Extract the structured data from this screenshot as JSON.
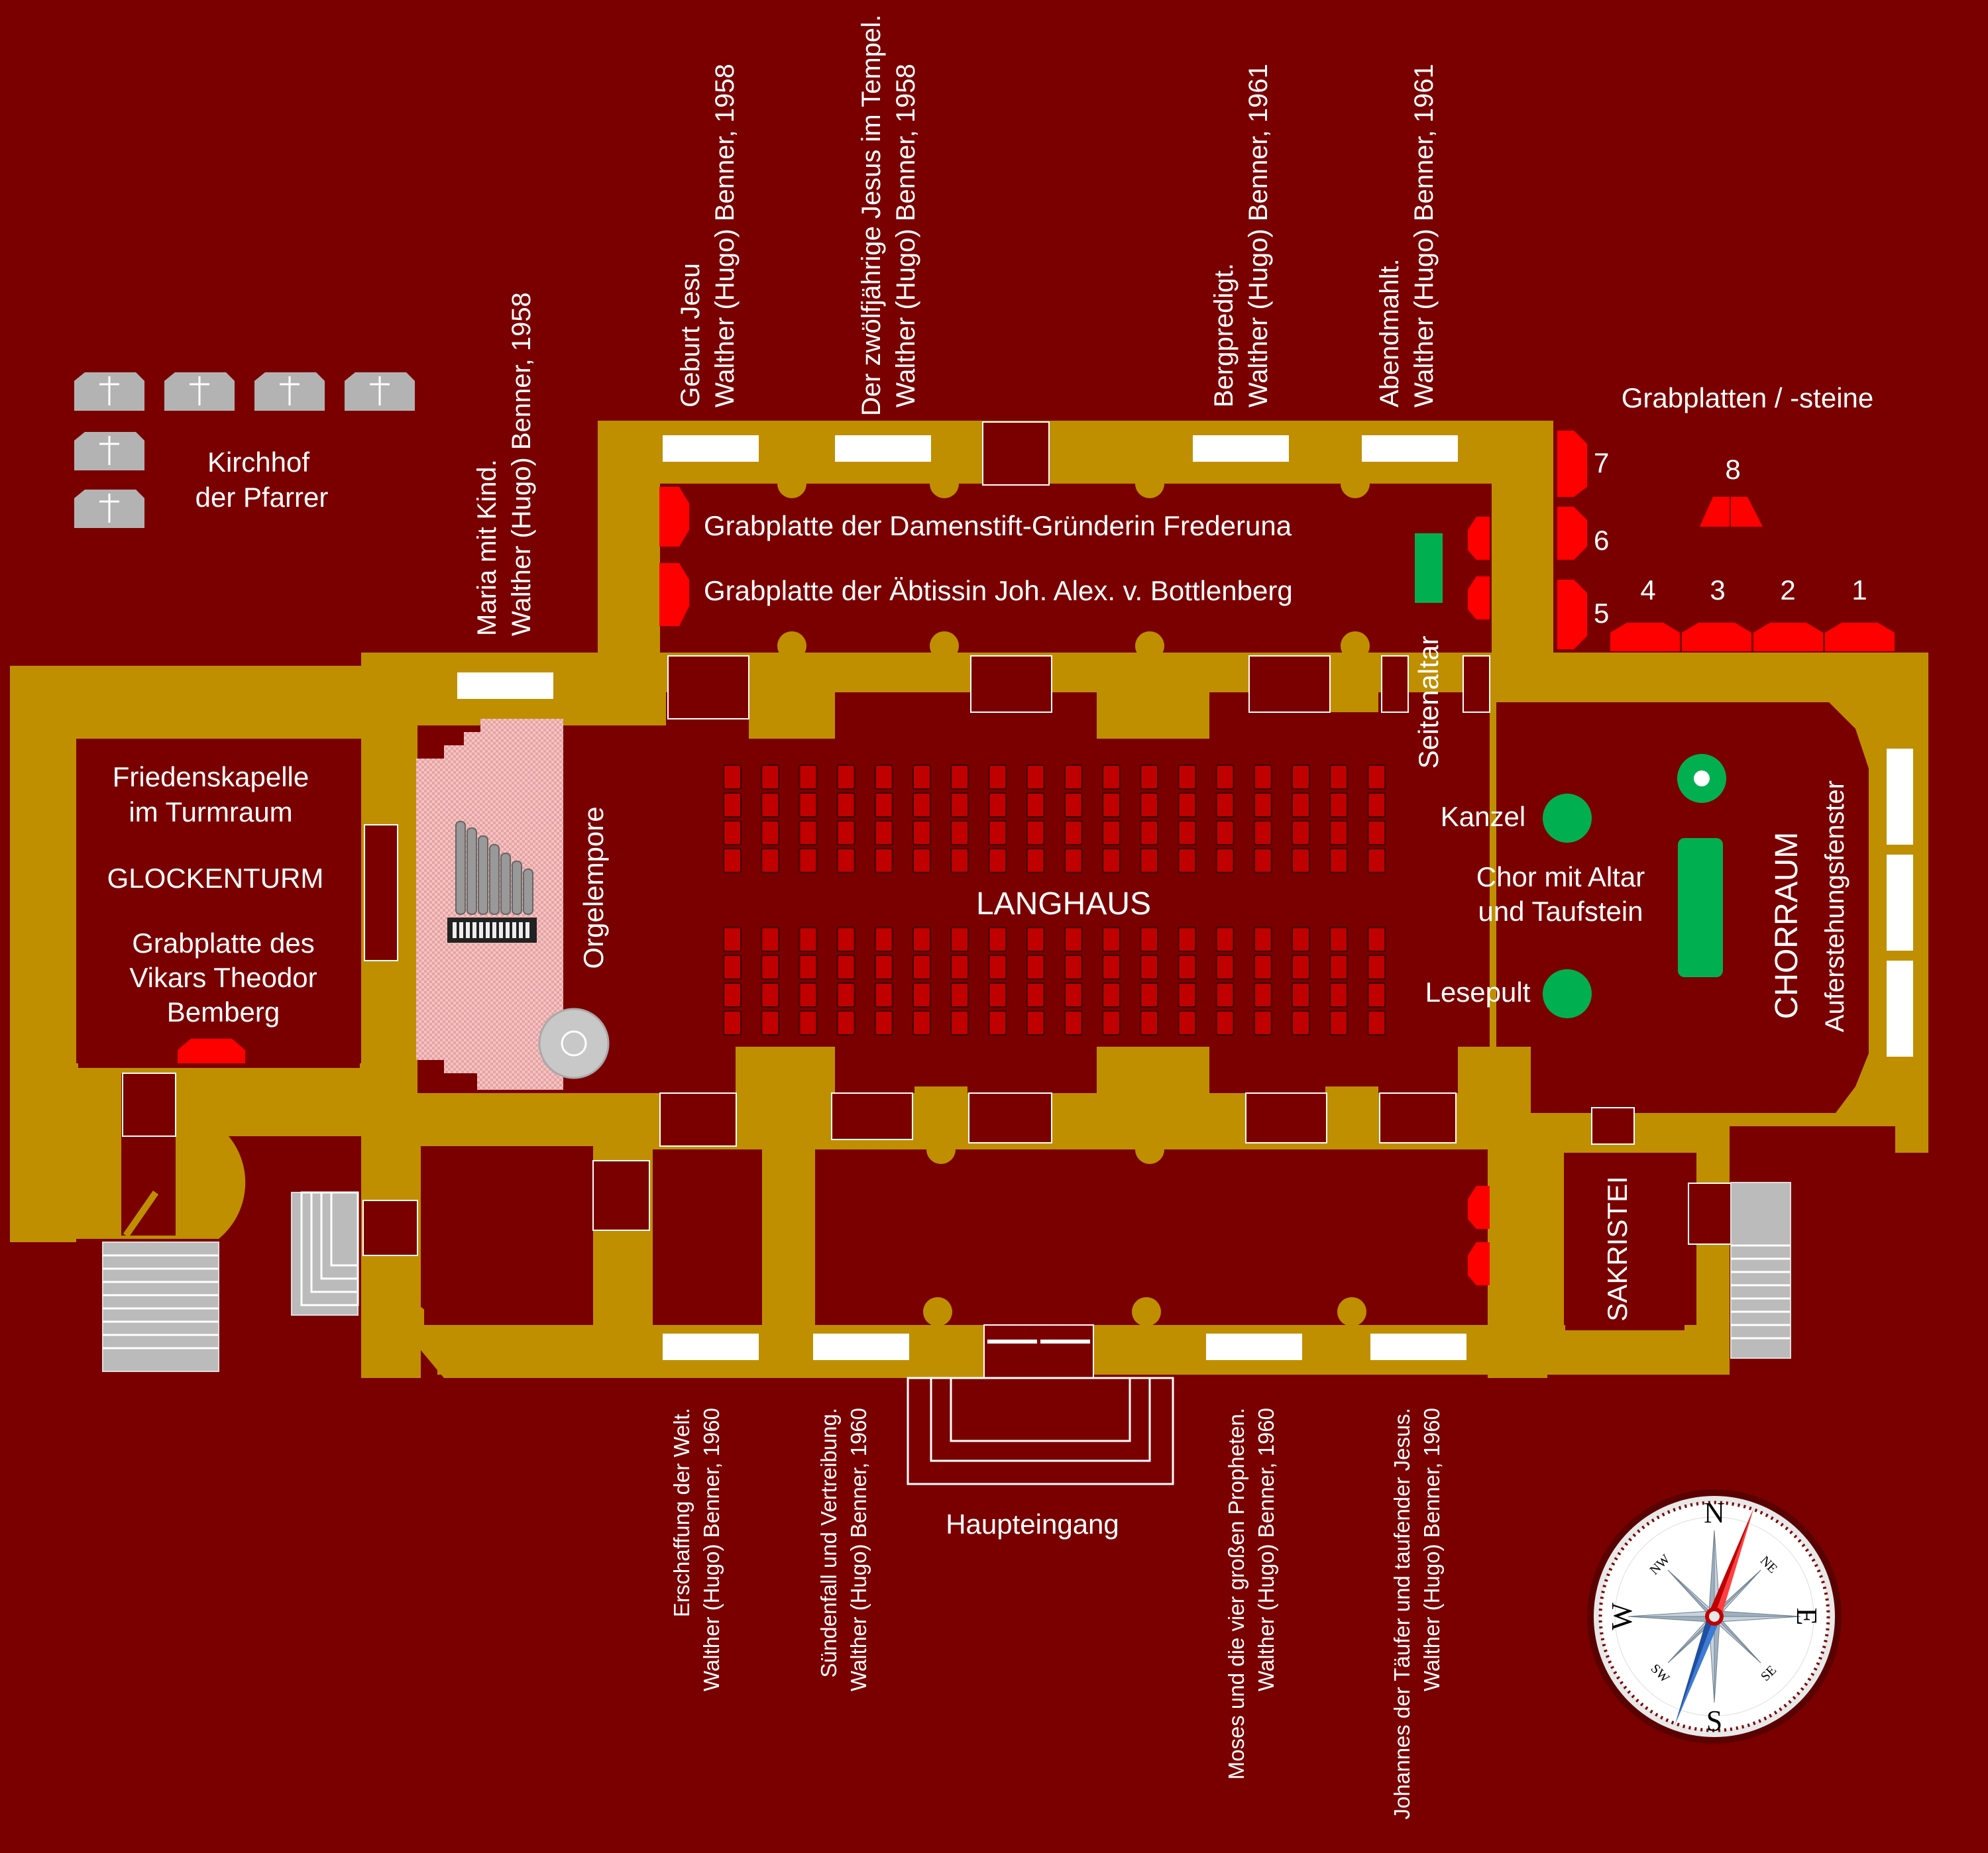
{
  "labels": {
    "kirchhof": [
      "Kirchhof",
      "der Pfarrer"
    ],
    "friedenskapelle": [
      "Friedenskapelle",
      "im Turmraum"
    ],
    "glockenturm": "GLOCKENTURM",
    "vikar": [
      "Grabplatte des",
      "Vikars Theodor",
      "Bemberg"
    ],
    "orgelempore": "Orgelempore",
    "langhaus": "LANGHAUS",
    "seitenaltar": "Seitenaltar",
    "kanzel": "Kanzel",
    "chor": [
      "Chor mit Altar",
      "und Taufstein"
    ],
    "lesepult": "Lesepult",
    "chorraum": "CHORRAUM",
    "auferstehungsfenster": "Auferstehungsfenster",
    "sakristei": "SAKRISTEI",
    "haupteingang": "Haupteingang",
    "grabplatten_title": "Grabplatten / -steine",
    "frederuna": "Grabplatte der Damenstift-Gründerin Frederuna",
    "bottlenberg": "Grabplatte der Äbtissin Joh. Alex. v. Bottlenberg"
  },
  "grave_numbers": [
    "7",
    "6",
    "5",
    "8",
    "4",
    "3",
    "2",
    "1"
  ],
  "windows_top": [
    {
      "line1": "Maria mit Kind.",
      "line2": "Walther (Hugo) Benner, 1958"
    },
    {
      "line1": "Geburt Jesu",
      "line2": "Walther (Hugo) Benner, 1958"
    },
    {
      "line1": "Der zwölfjährige Jesus im Tempel.",
      "line2": "Walther (Hugo) Benner, 1958"
    },
    {
      "line1": "Bergpredigt.",
      "line2": "Walther (Hugo) Benner, 1961"
    },
    {
      "line1": "Abendmahlt.",
      "line2": "Walther (Hugo) Benner, 1961"
    }
  ],
  "windows_bottom": [
    {
      "line1": "Erschaffung der Welt.",
      "line2": "Walther (Hugo) Benner, 1960"
    },
    {
      "line1": "Sündenfall und Vertreibung.",
      "line2": "Walther (Hugo) Benner, 1960"
    },
    {
      "line1": "Moses und die vier großen Propheten.",
      "line2": "Walther (Hugo) Benner, 1960"
    },
    {
      "line1": "Johannes der Täufer und taufender Jesus.",
      "line2": "Walther (Hugo) Benner, 1960"
    }
  ],
  "compass": {
    "n": "N",
    "s": "S",
    "e": "E",
    "w": "W",
    "ne": "NE",
    "nw": "NW",
    "se": "SE",
    "sw": "SW"
  },
  "colors": {
    "background": "#7a0000",
    "walls": "#bf8f00",
    "windows": "#ffffff",
    "graves": "#ff0000",
    "furnishings": "#00b050",
    "pews": "#c00000"
  }
}
